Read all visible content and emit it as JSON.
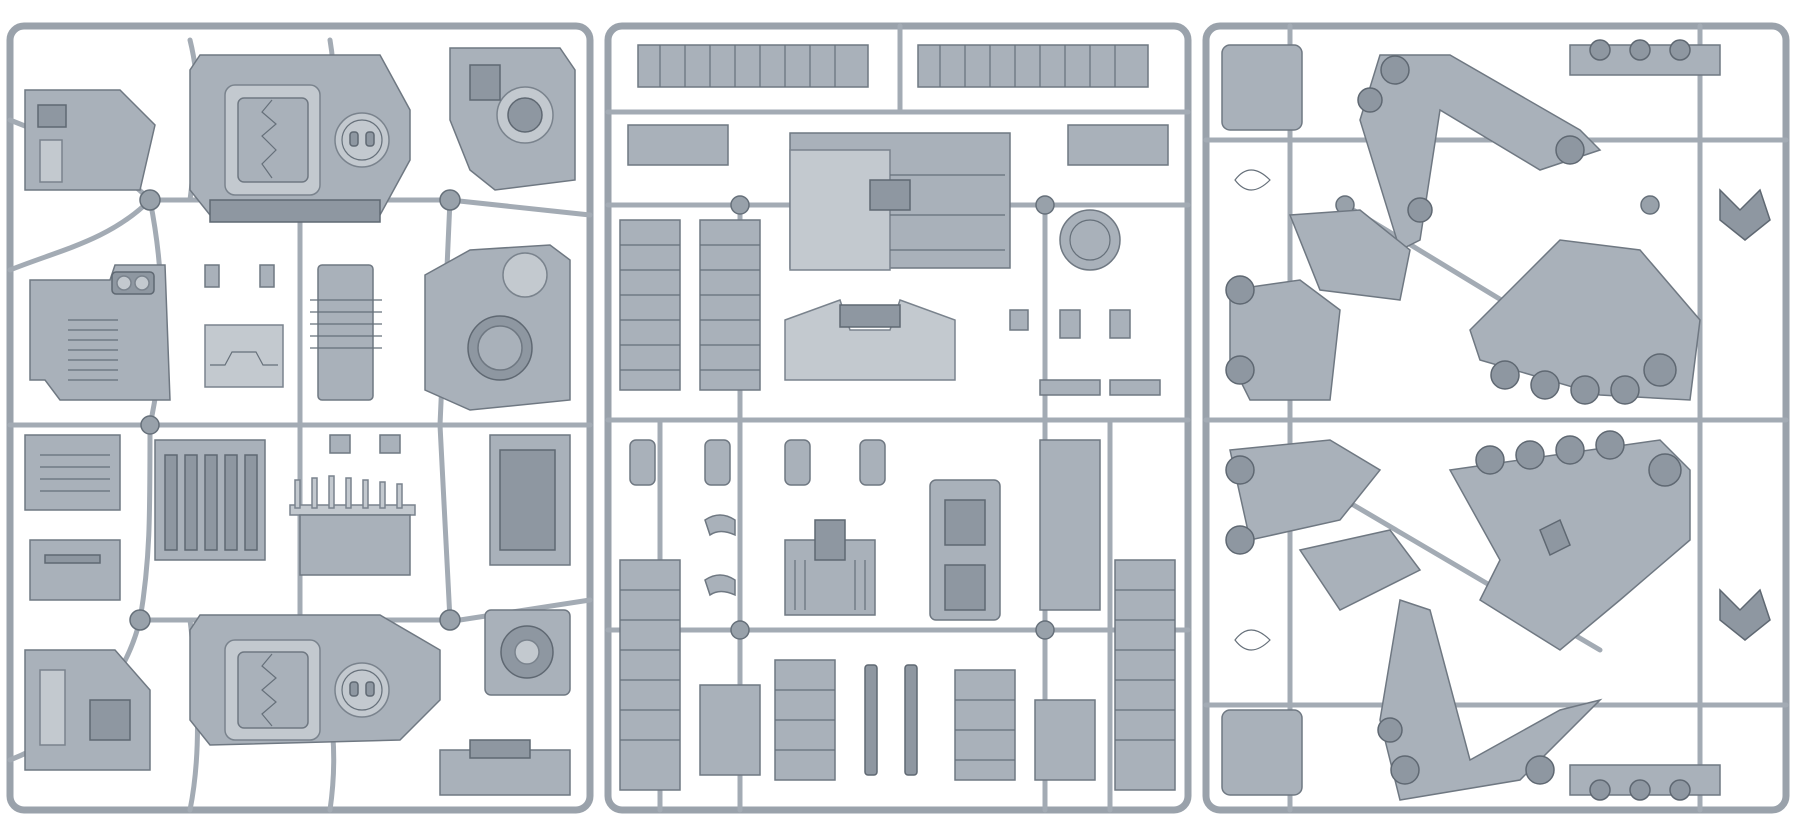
{
  "image": {
    "subject": "",
    "background_color": "#ffffff",
    "plastic_color": "#a9b1ba",
    "frame_color": "#9aa2ab"
  },
  "sprues": [
    {
      "name": "",
      "side": "left"
    },
    {
      "name": "",
      "side": "middle"
    },
    {
      "name": "",
      "side": "right"
    }
  ],
  "mold_text": []
}
